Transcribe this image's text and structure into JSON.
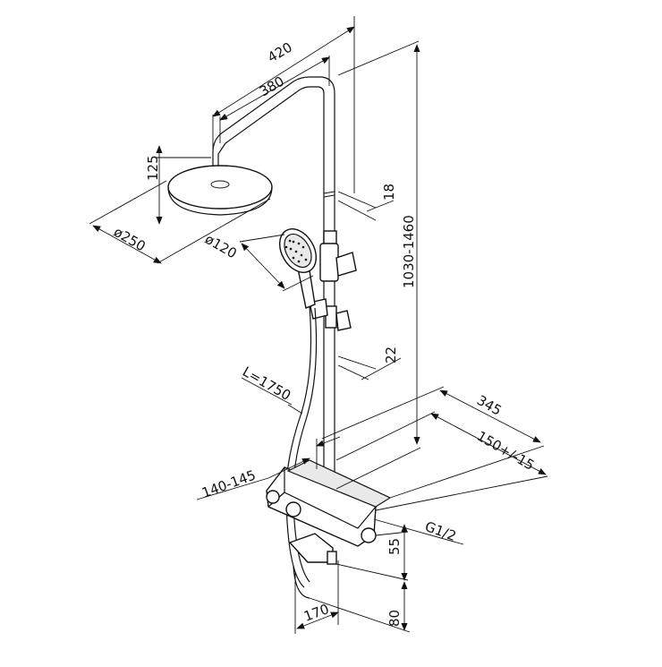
{
  "dimensions": {
    "d420": "420",
    "d380": "380",
    "d125": "125",
    "d250": "ø250",
    "d120": "ø120",
    "d18": "18",
    "d1030": "1030-1460",
    "d22": "22",
    "hose": "L=1750",
    "d345": "345",
    "d150": "150+/-15",
    "d140": "140-145",
    "g12": "G1/2",
    "d55": "55",
    "d170": "170",
    "d80": "80"
  }
}
